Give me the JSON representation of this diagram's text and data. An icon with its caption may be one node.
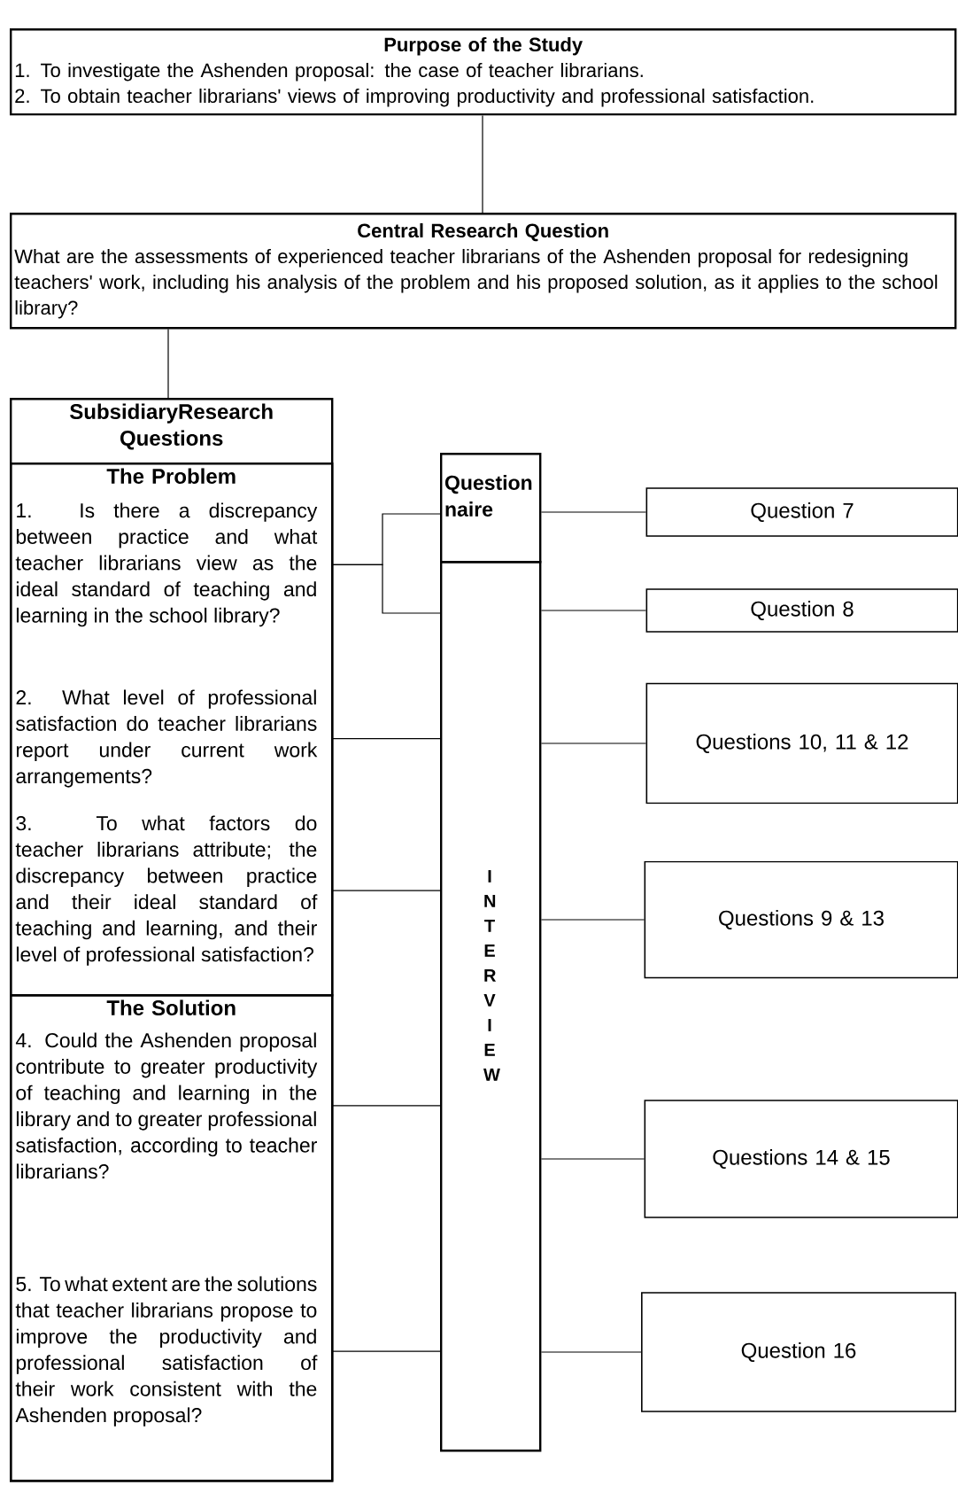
{
  "diagram": {
    "nodes": [
      {
        "text": [
          "Purpose of the Study",
          "1. To investigate the Ashenden proposal: the case of teacher librarians.",
          "2. To obtain teacher librarians' views of improving productivity and professional satisfaction."
        ]
      },
      {
        "text": [
          "Central Research Question",
          "What are the assessments of experienced teacher librarians of the Ashenden proposal for redesigning teachers' work, including his analysis of the problem and his proposed solution, as it applies to the school library?"
        ]
      },
      {
        "text": [
          "SubsidiaryResearch Questions"
        ]
      },
      {
        "text": [
          "The Problem"
        ],
        "in": 2
      },
      {
        "text": [
          "1. Is there a discrepancy between practice and what teacher librarians view as the ideal standard of teaching and learning in the school library?"
        ],
        "in": 3
      },
      {
        "text": [
          "2. What level of professional satisfaction do teacher librarians report under current work arrangements?"
        ],
        "in": 3
      },
      {
        "text": [
          "3. To what factors do teacher librarians attribute; the discrepancy between practice and their ideal standard of teaching and learning, and their level of professional satisfaction?"
        ],
        "in": 3
      },
      {
        "text": [
          "The Solution"
        ],
        "in": 2
      },
      {
        "text": [
          "4. Could the Ashenden proposal contribute to greater productivity of teaching and learning in the library and to greater professional satisfaction, according to teacher librarians?"
        ],
        "in": 7
      },
      {
        "text": [
          "5. To what extent are the solutions that teacher librarians propose to improve the productivity and professional satisfaction of their work consistent with the Ashenden proposal?"
        ],
        "in": 7
      },
      {
        "text": [
          "Questionnaire"
        ]
      },
      {
        "text": [
          "INTERVIEW"
        ]
      },
      {
        "text": [
          "Question 7"
        ]
      },
      {
        "text": [
          "Question 8"
        ]
      },
      {
        "text": [
          "Questions 10, 11 & 12"
        ]
      },
      {
        "text": [
          "Questions 9 & 13"
        ]
      },
      {
        "text": [
          "Questions 14 & 15"
        ]
      },
      {
        "text": [
          "Question 16"
        ]
      }
    ],
    "edges": [
      {
        "from": 0,
        "to": 1,
        "arrow": "none"
      },
      {
        "from": 1,
        "to": 2,
        "arrow": "none"
      },
      {
        "from": 4,
        "to": 10,
        "arrow": "none"
      },
      {
        "from": 4,
        "to": 11,
        "arrow": "none"
      },
      {
        "from": 10,
        "to": 12,
        "arrow": "none"
      },
      {
        "from": 11,
        "to": 13,
        "arrow": "none"
      },
      {
        "from": 5,
        "to": 11,
        "arrow": "none"
      },
      {
        "from": 11,
        "to": 14,
        "arrow": "none"
      },
      {
        "from": 6,
        "to": 11,
        "arrow": "none"
      },
      {
        "from": 11,
        "to": 15,
        "arrow": "none"
      },
      {
        "from": 8,
        "to": 11,
        "arrow": "none"
      },
      {
        "from": 11,
        "to": 16,
        "arrow": "none"
      },
      {
        "from": 9,
        "to": 11,
        "arrow": "none"
      },
      {
        "from": 11,
        "to": 17,
        "arrow": "none"
      }
    ]
  }
}
